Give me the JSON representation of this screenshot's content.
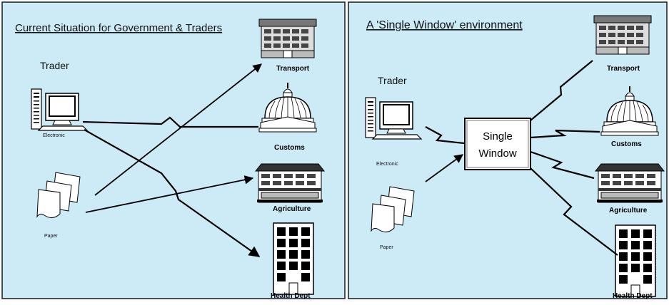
{
  "left_panel": {
    "title": "Current Situation for Government  & Traders",
    "trader_label": "Trader",
    "electronic_label": "Electronic",
    "paper_label": "Paper",
    "departments": [
      "Transport",
      "Customs",
      "Agriculture",
      "Health Dept"
    ]
  },
  "right_panel": {
    "title": "A 'Single Window' environment",
    "trader_label": "Trader",
    "electronic_label": "Electronic",
    "paper_label": "Paper",
    "single_window_line1": "Single",
    "single_window_line2": "Window",
    "departments": [
      "Transport",
      "Customs",
      "Agriculture",
      "Health Dept"
    ]
  },
  "colors": {
    "panel_background": "#cdeaf7",
    "panel_border": "#1a1a1a",
    "line": "#000000"
  }
}
